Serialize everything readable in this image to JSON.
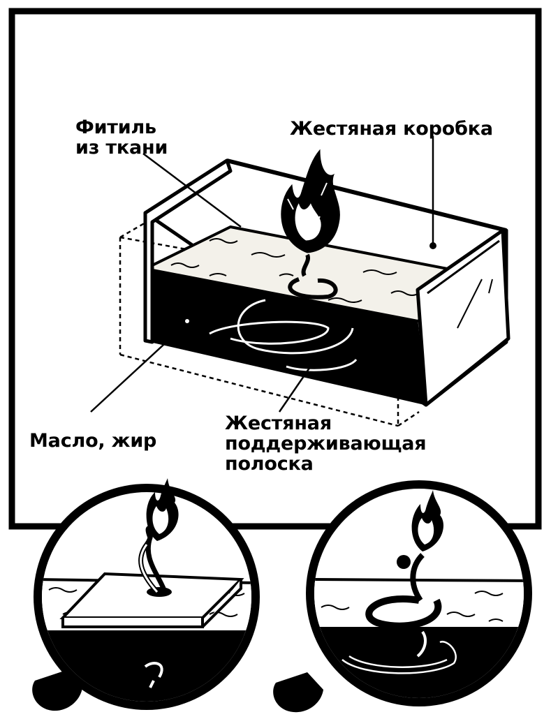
{
  "labels": {
    "wick": [
      "Фитиль",
      "из ткани"
    ],
    "tin_box": "Жестяная коробка",
    "oil": "Масло, жир",
    "strip": [
      "Жестяная",
      "поддерживающая",
      "полоска"
    ]
  },
  "colors": {
    "ink": "#000000",
    "paper": "#ffffff",
    "oil_light": "#f3f1ea"
  }
}
